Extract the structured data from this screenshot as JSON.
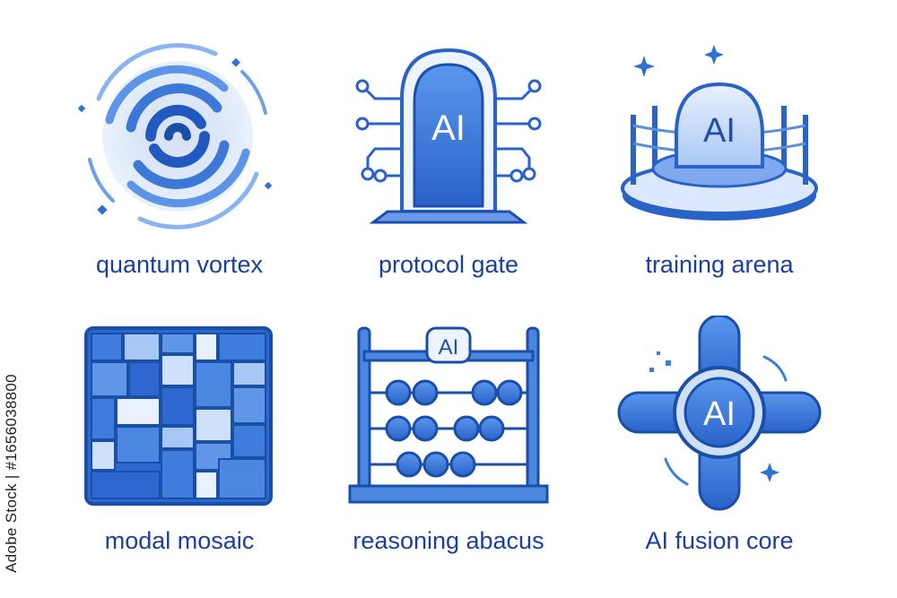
{
  "colors": {
    "primary": "#2f6fd6",
    "dark": "#1a4fa8",
    "light": "#cfe0fb",
    "caption": "#1a3f9c"
  },
  "icons": [
    {
      "name": "quantum-vortex",
      "caption": "quantum vortex",
      "glyph": ""
    },
    {
      "name": "protocol-gate",
      "caption": "protocol gate",
      "glyph": "AI"
    },
    {
      "name": "training-arena",
      "caption": "training arena",
      "glyph": "AI"
    },
    {
      "name": "modal-mosaic",
      "caption": "modal mosaic",
      "glyph": ""
    },
    {
      "name": "reasoning-abacus",
      "caption": "reasoning abacus",
      "glyph": "AI"
    },
    {
      "name": "ai-fusion-core",
      "caption": "AI fusion core",
      "glyph": "AI"
    }
  ],
  "stock_id": "Adobe Stock | #1656038800"
}
